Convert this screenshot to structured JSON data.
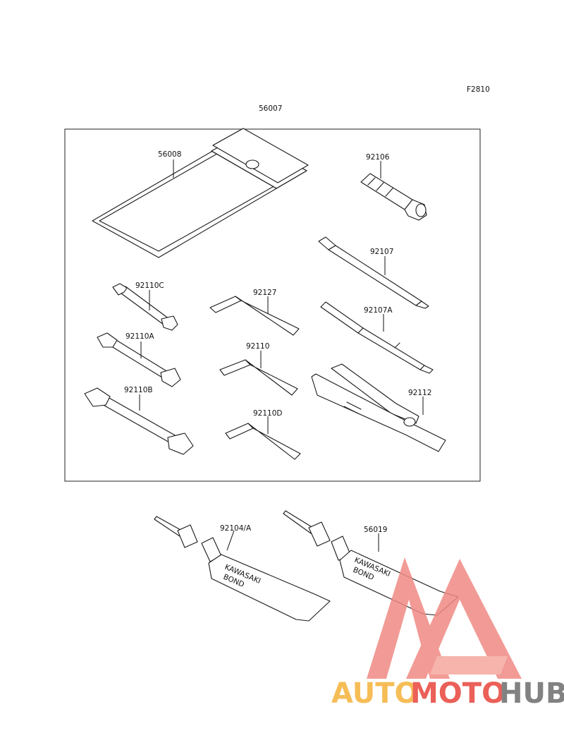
{
  "figure_code": "F2810",
  "kit_number": "56007",
  "parts": {
    "p56008": "56008",
    "p92106": "92106",
    "p92107": "92107",
    "p92107A": "92107A",
    "p92110C": "92110C",
    "p92110A": "92110A",
    "p92110B": "92110B",
    "p92127": "92127",
    "p92110": "92110",
    "p92110D": "92110D",
    "p92112": "92112",
    "p92104A": "92104/A",
    "p56019": "56019"
  },
  "tube_label": {
    "line1": "KAWASAKI",
    "line2": "BOND"
  },
  "watermark": {
    "part1": "AUTO",
    "part2": "MOTO",
    "part3": "HUB",
    "color_orange": "#f5b23a",
    "color_red": "#e8453c",
    "color_gray": "#6d6d6d"
  }
}
